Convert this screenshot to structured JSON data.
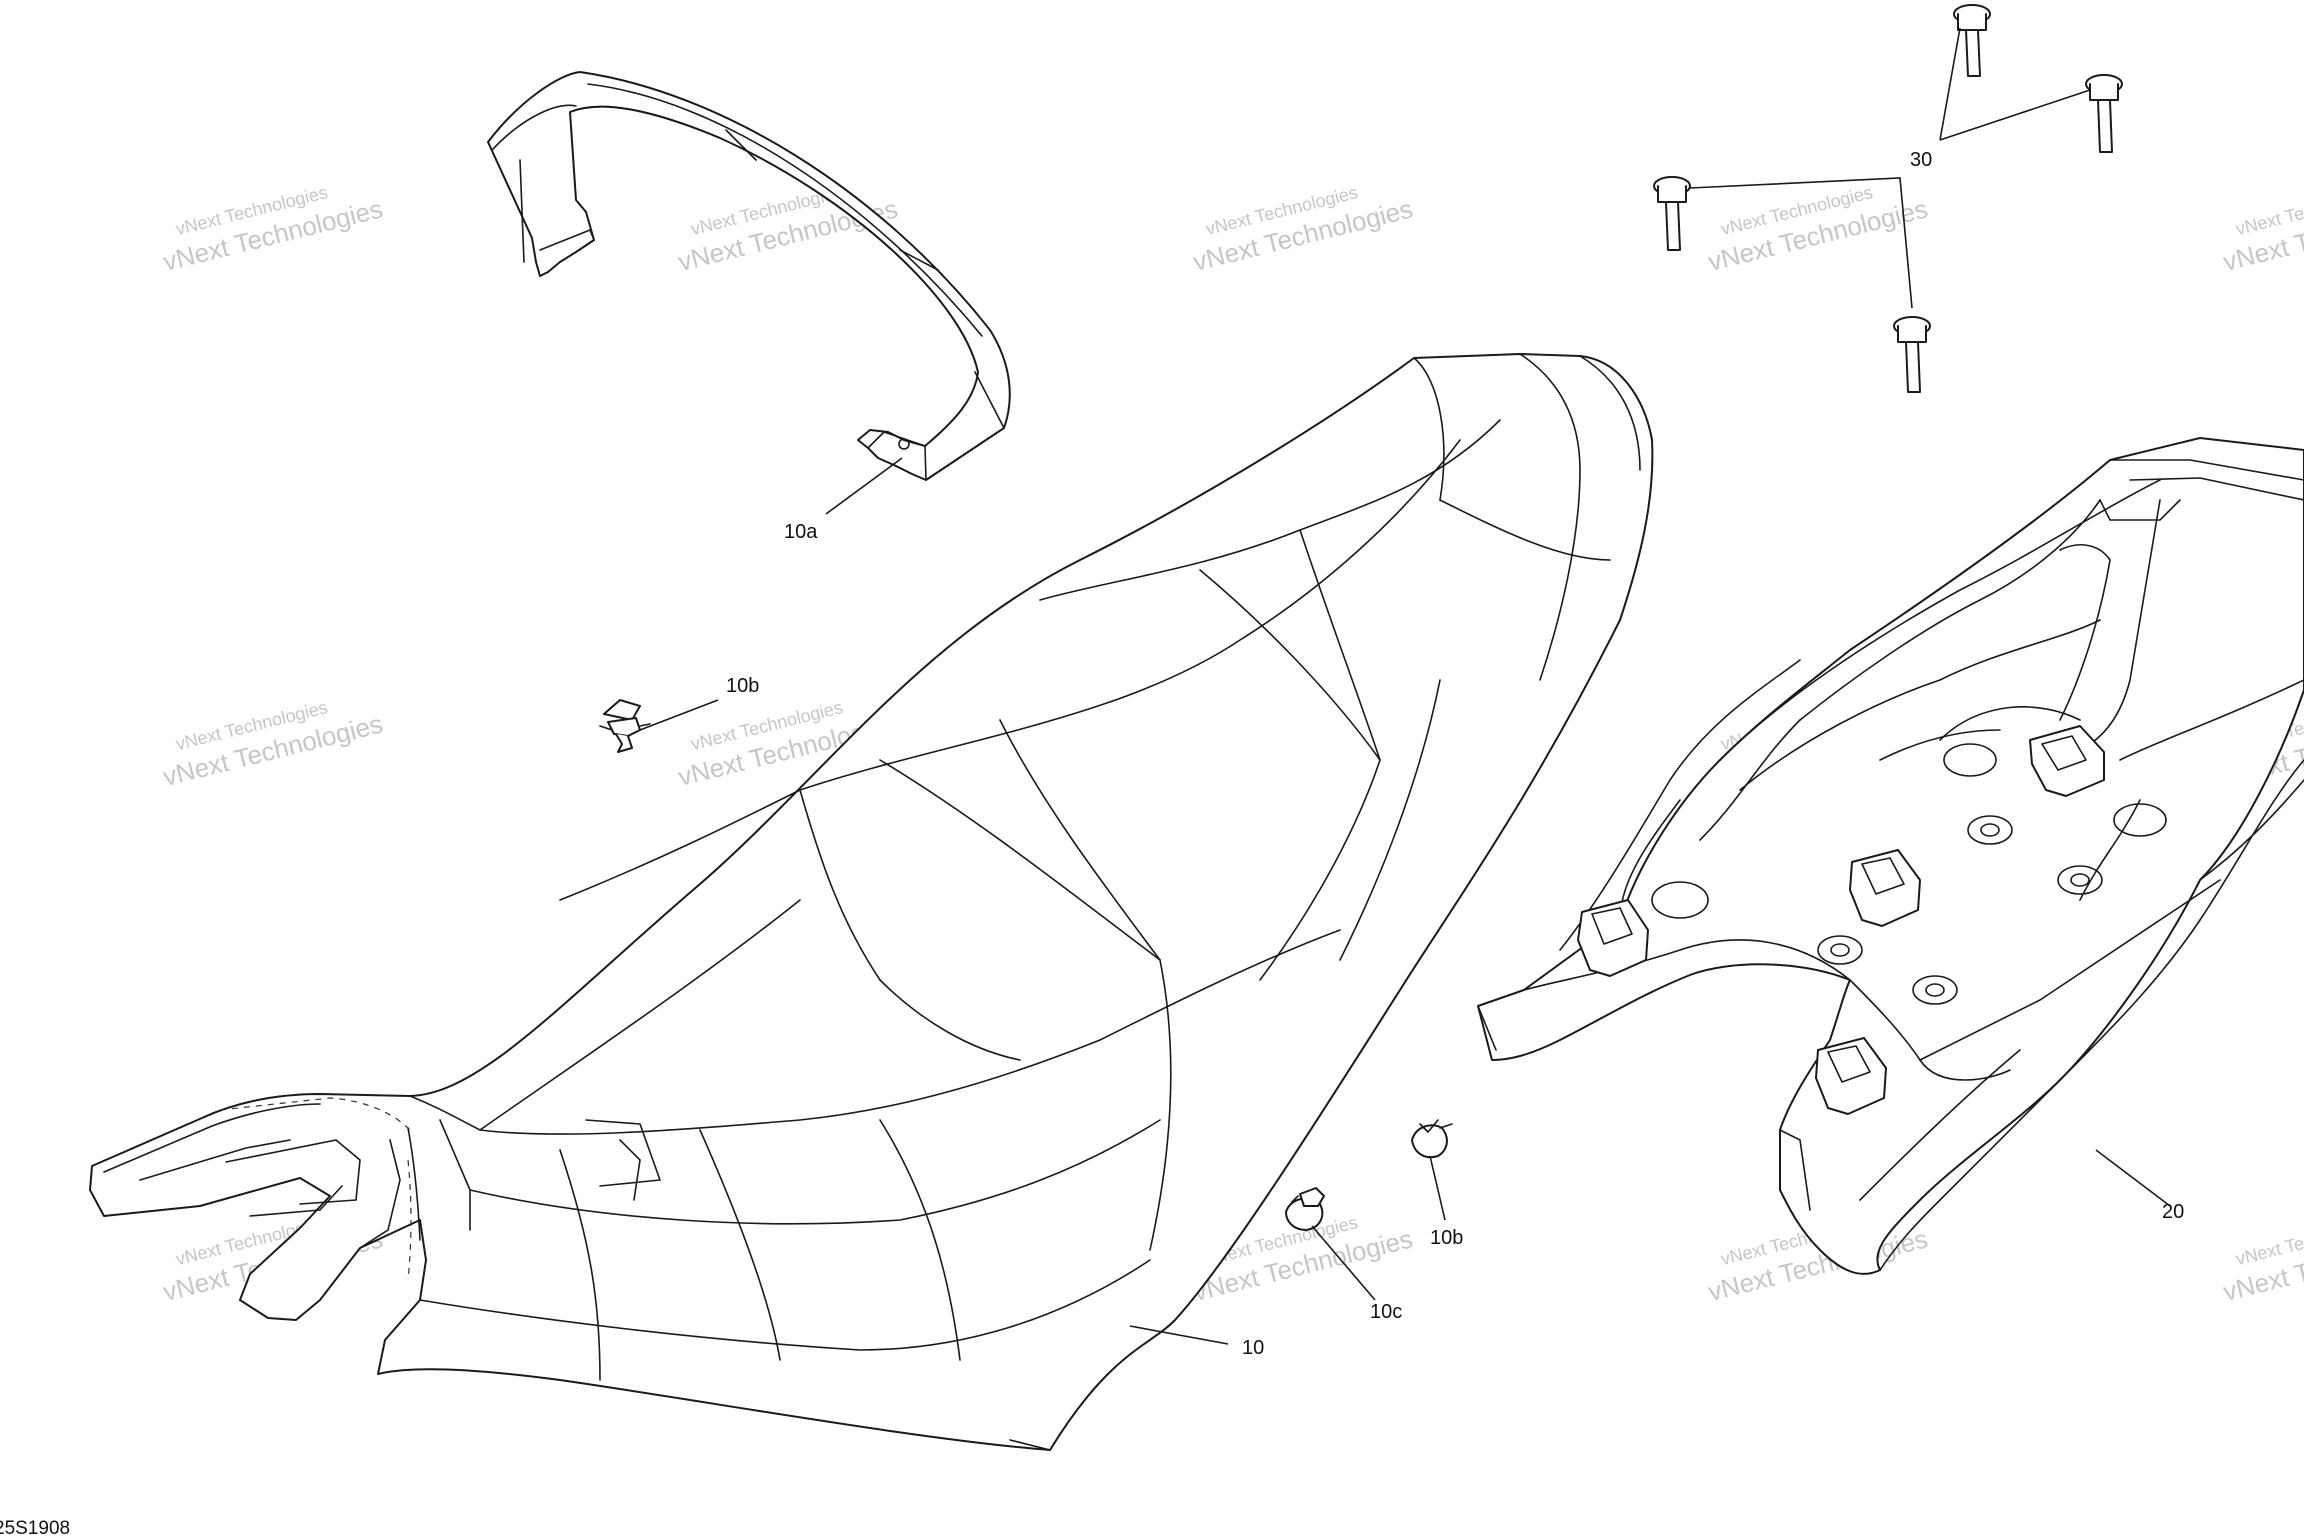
{
  "diagram": {
    "drawing_code": "25S1908",
    "callouts": {
      "c10": "10",
      "c10a": "10a",
      "c10b_top": "10b",
      "c10b_bottom": "10b",
      "c10c": "10c",
      "c20": "20",
      "c30": "30"
    },
    "watermark": {
      "line1": "vNext Technologies",
      "line2": "vNext Technologies"
    }
  }
}
